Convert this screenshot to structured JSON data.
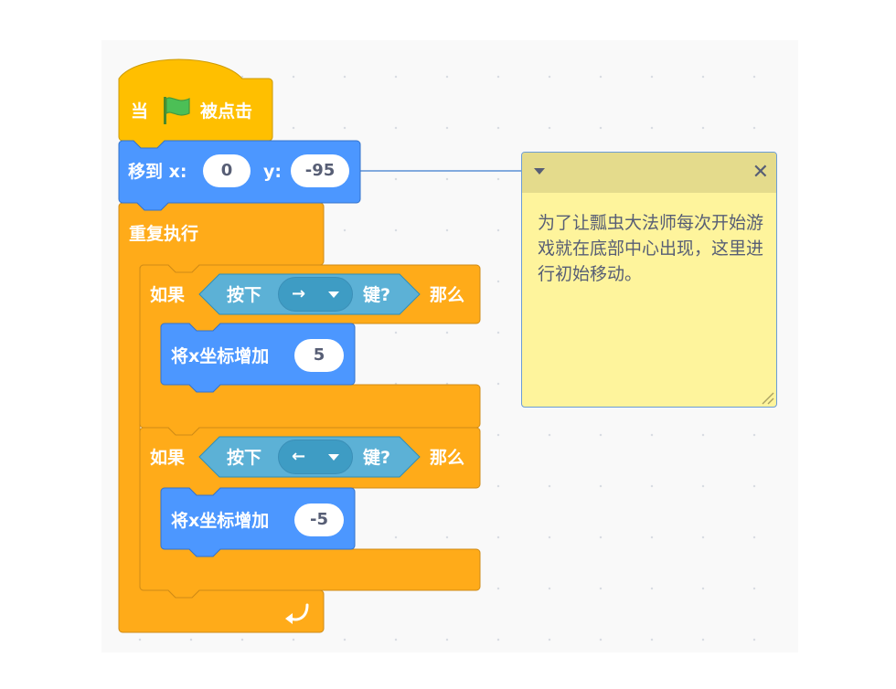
{
  "hat": {
    "prefix": "当",
    "suffix": "被点击",
    "icon": "green-flag-icon"
  },
  "goto": {
    "label": "移到 x:",
    "x": "0",
    "ylabel": "y:",
    "y": "-95"
  },
  "forever": {
    "label": "重复执行",
    "icon": "loop-arrow-icon"
  },
  "if_right": {
    "if_label": "如果",
    "key_prefix": "按下",
    "key_value": "→",
    "key_suffix": "键?",
    "then_label": "那么",
    "action_label": "将x坐标增加",
    "action_value": "5"
  },
  "if_left": {
    "if_label": "如果",
    "key_prefix": "按下",
    "key_value": "←",
    "key_suffix": "键?",
    "then_label": "那么",
    "action_label": "将x坐标增加",
    "action_value": "-5"
  },
  "comment": {
    "text": "为了让瓢虫大法师每次开始游戏就在底部中心出现，这里进行初始移动。",
    "close": "✕"
  },
  "colors": {
    "events": "#ffbf00",
    "control": "#ffab19",
    "motion": "#4c97ff",
    "sensing": "#5cb1d6",
    "note": "#fef49c",
    "note_bar": "#e4db8c"
  }
}
